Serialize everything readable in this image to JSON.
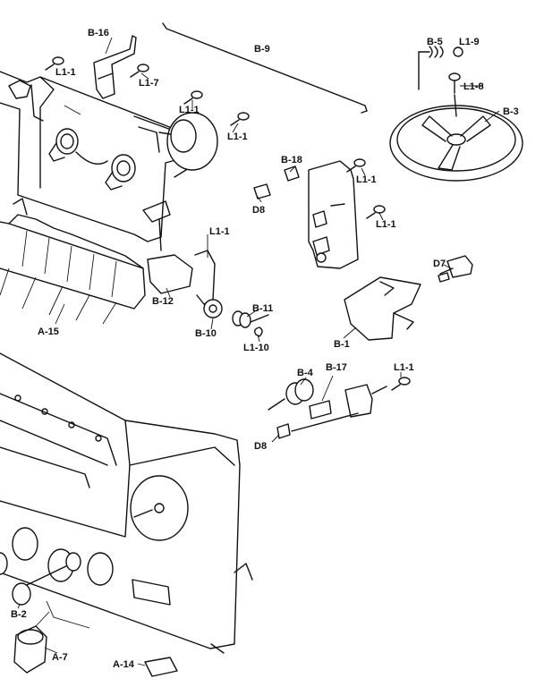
{
  "diagram": {
    "labels": {
      "b16": "B-16",
      "b9": "B-9",
      "b5": "B-5",
      "l1_9": "L1-9",
      "l1_8": "L1-8",
      "b3": "B-3",
      "l1_1_a": "L1-1",
      "l1_7": "L1-7",
      "l1_1_b": "L1-1",
      "l1_1_c": "L1-1",
      "b18": "B-18",
      "l1_1_d": "L1-1",
      "d8_a": "D8",
      "l1_1_e": "L1-1",
      "d7": "D7",
      "l1_1_f": "L1-1",
      "b12": "B-12",
      "b11": "B-11",
      "b10": "B-10",
      "l1_10": "L1-10",
      "a15": "A-15",
      "b1": "B-1",
      "b4": "B-4",
      "b17": "B-17",
      "l1_1_g": "L1-1",
      "d8_b": "D8",
      "b2": "B-2",
      "a7": "A-7",
      "a14": "A-14"
    }
  }
}
